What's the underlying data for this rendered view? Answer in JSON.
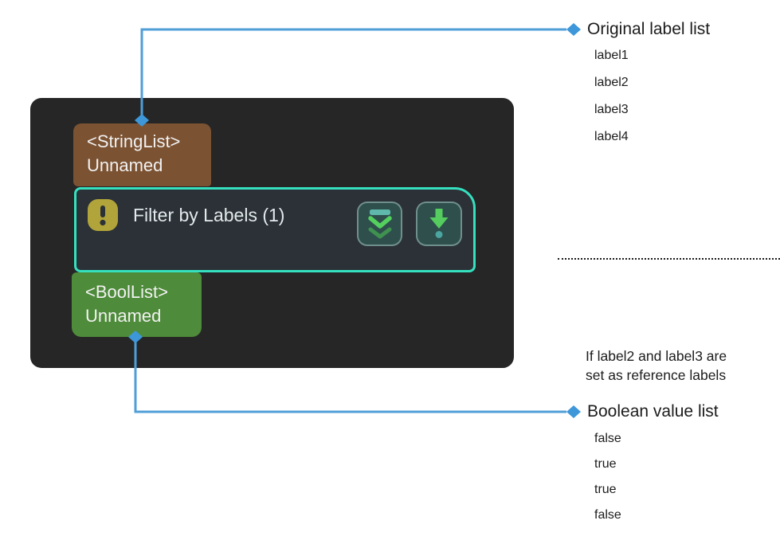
{
  "canvas": {
    "input_port": {
      "type": "<StringList>",
      "name": "Unnamed"
    },
    "node": {
      "title": "Filter by Labels (1)",
      "warning_icon": "exclamation-icon",
      "collapse_button_icon": "double-chevron-down-icon",
      "output_button_icon": "arrow-down-dot-icon"
    },
    "output_port": {
      "type": "<BoolList>",
      "name": "Unnamed"
    }
  },
  "annotations": {
    "original_label_list": {
      "title": "Original label list",
      "items": [
        "label1",
        "label2",
        "label3",
        "label4"
      ]
    },
    "note": {
      "line1": "If label2 and label3 are",
      "line2": "set as reference labels"
    },
    "boolean_value_list": {
      "title": "Boolean value list",
      "items": [
        "false",
        "true",
        "true",
        "false"
      ]
    }
  },
  "colors": {
    "background": "#ffffff",
    "panel_bg": "#262626",
    "node_bg": "#2b3136",
    "node_border_teal": "#35e0bf",
    "string_port_brown": "#7b5232",
    "bool_port_green": "#4e8b3a",
    "connector_blue": "#4f9ed7",
    "diamond_blue": "#3d97d9",
    "warning_olive": "#b1a43a",
    "button_bg": "#2e4f4c",
    "icon_teal": "#5fb8ab",
    "icon_green_bright": "#54d05e",
    "icon_green_dim": "#3f9150",
    "annotation_text": "#1c1c1c",
    "node_text": "#e2e9ec"
  }
}
